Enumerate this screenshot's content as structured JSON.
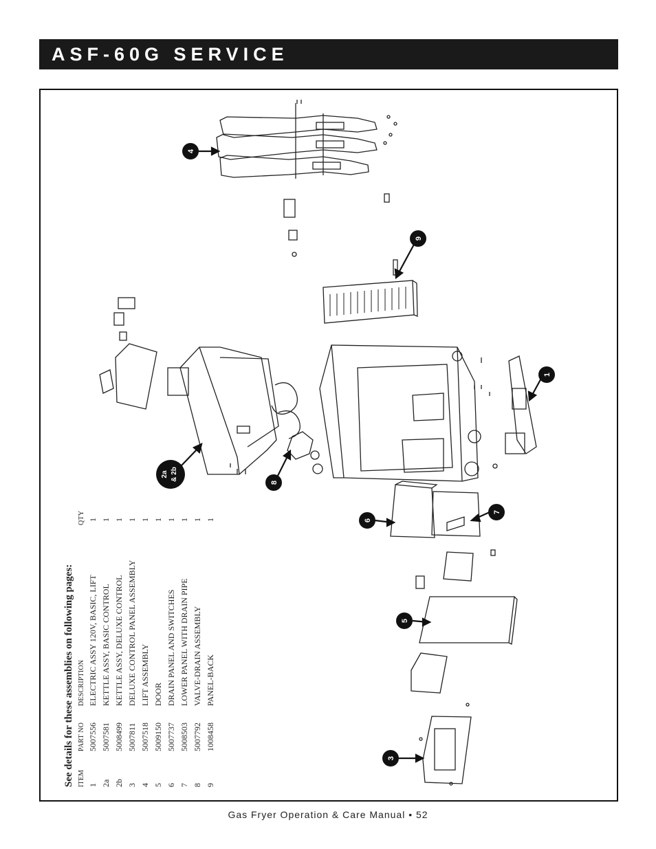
{
  "header": {
    "title": "ASF-60G SERVICE"
  },
  "parts_table": {
    "heading": "See details for these assemblies on following pages:",
    "columns": {
      "item": "ITEM",
      "part_no": "PART NO",
      "description": "DESCRIPTION",
      "qty": "QTY"
    },
    "rows": [
      {
        "item": "1",
        "part_no": "5007556",
        "description": "ELECTRIC ASSY 120V, BASIC, LIFT",
        "qty": "1"
      },
      {
        "item": "2a",
        "part_no": "5007581",
        "description": "KETTLE ASSY, BASIC CONTROL",
        "qty": "1"
      },
      {
        "item": "2b",
        "part_no": "5008499",
        "description": "KETTLE ASSY, DELUXE CONTROL",
        "qty": "1"
      },
      {
        "item": "3",
        "part_no": "5007811",
        "description": "DELUXE CONTROL PANEL ASSEMBLY",
        "qty": "1"
      },
      {
        "item": "4",
        "part_no": "5007518",
        "description": "LIFT ASSEMBLY",
        "qty": "1"
      },
      {
        "item": "5",
        "part_no": "5009150",
        "description": "DOOR",
        "qty": "1"
      },
      {
        "item": "6",
        "part_no": "5007737",
        "description": "DRAIN PANEL AND SWITCHES",
        "qty": "1"
      },
      {
        "item": "7",
        "part_no": "5008503",
        "description": "LOWER PANEL WITH DRAIN PIPE",
        "qty": "1"
      },
      {
        "item": "8",
        "part_no": "5007792",
        "description": "VALVE-DRAIN ASSEMBLY",
        "qty": "1"
      },
      {
        "item": "9",
        "part_no": "1008458",
        "description": "PANEL-BACK",
        "qty": "1"
      }
    ]
  },
  "callouts": {
    "c4": "4",
    "c9": "9",
    "c1": "1",
    "c2_line1": "2a",
    "c2_line2": "& 2b",
    "c8": "8",
    "c6": "6",
    "c7": "7",
    "c5": "5",
    "c3": "3"
  },
  "footer": {
    "text": "Gas Fryer Operation & Care Manual • 52"
  }
}
